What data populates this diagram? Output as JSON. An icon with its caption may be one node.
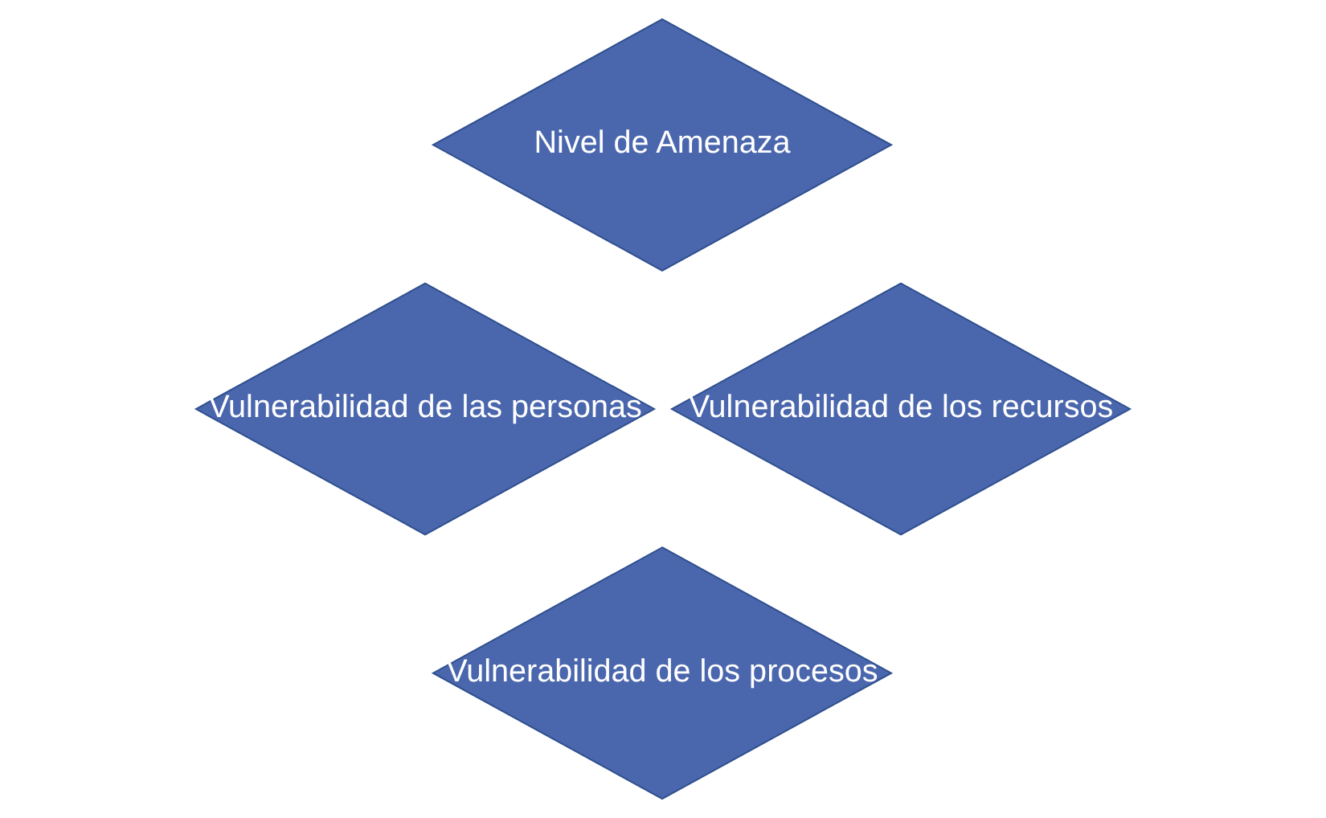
{
  "diagram": {
    "nodes": [
      {
        "text": [
          "Nivel de Amenaza"
        ]
      },
      {
        "text": [
          "Vulnerabilidad de las personas"
        ]
      },
      {
        "text": [
          "Vulnerabilidad de los recursos"
        ]
      },
      {
        "text": [
          "Vulnerabilidad de los procesos"
        ]
      }
    ]
  }
}
